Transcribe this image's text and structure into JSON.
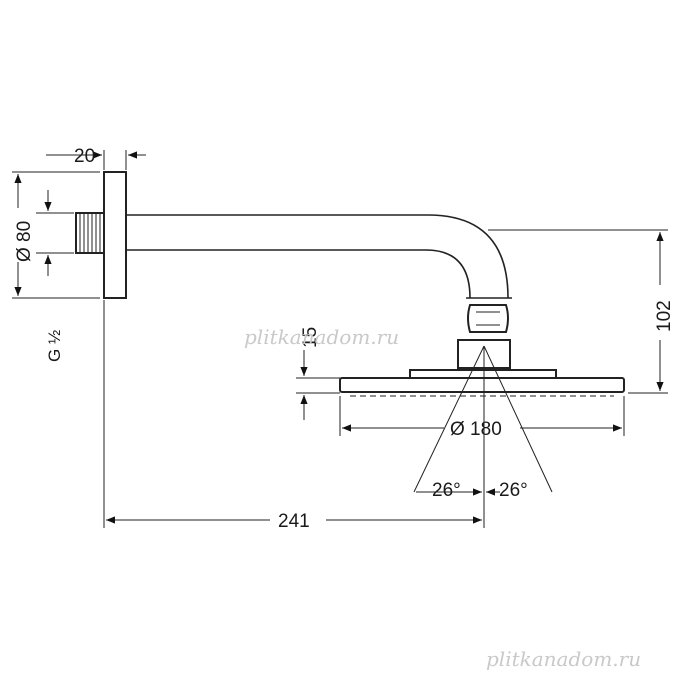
{
  "dimensions": {
    "flange_thickness": "20",
    "flange_diameter": "Ø 80",
    "thread": "G ½",
    "nut_height": "15",
    "total_height": "102",
    "head_diameter": "Ø 180",
    "angle_left": "26°",
    "angle_right": "26°",
    "reach": "241"
  },
  "watermark": {
    "top": "plitkanadom.ru",
    "bottom": "plitkanadom.ru"
  }
}
